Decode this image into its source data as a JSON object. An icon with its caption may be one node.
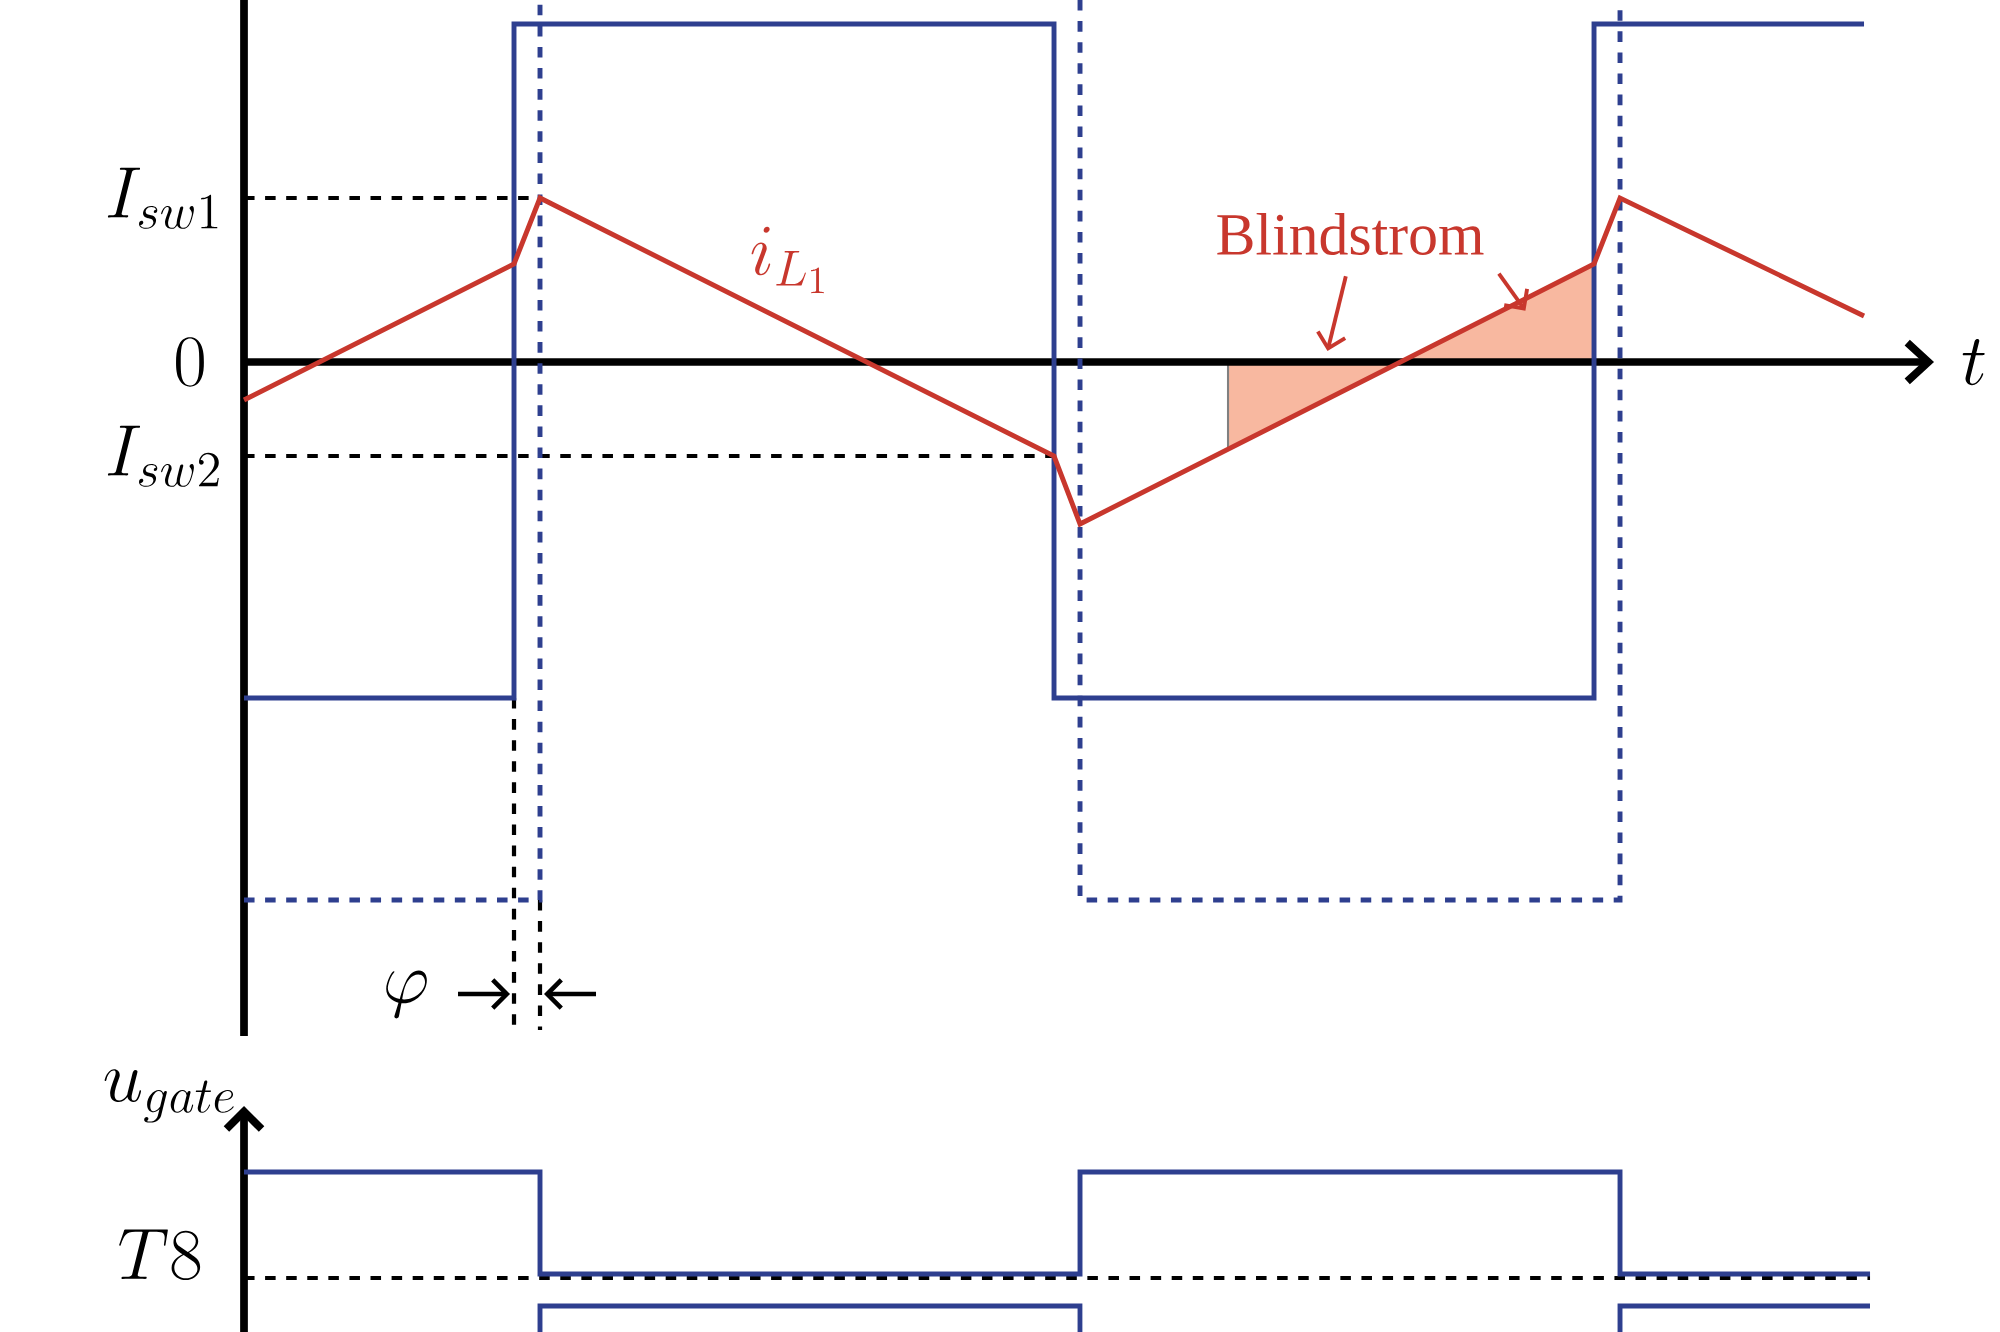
{
  "diagram": {
    "nodes": [
      {
        "text": [
          "Blindstrom"
        ]
      },
      {
        "text": [],
        "shape": "triangle"
      },
      {
        "text": [],
        "shape": "triangle"
      }
    ],
    "edges": [
      {
        "from": 0,
        "to": 1,
        "arrow": "to"
      },
      {
        "from": 0,
        "to": 2,
        "arrow": "to"
      }
    ],
    "labels": [
      "I_{sw1}",
      "0",
      "I_{sw2}",
      "t",
      "i_{L_1}",
      "\\varphi",
      "u_{gate}",
      "T8"
    ]
  }
}
